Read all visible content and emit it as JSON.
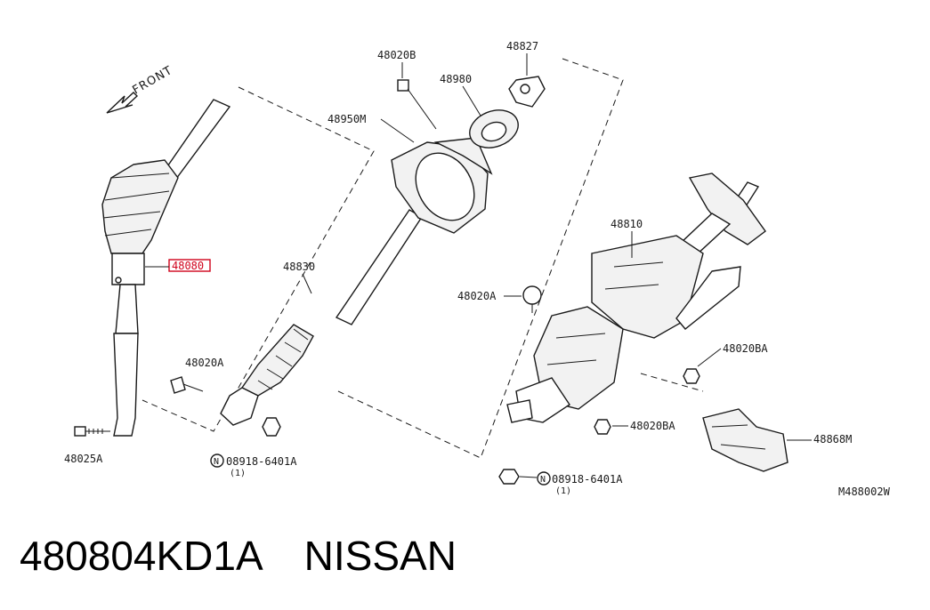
{
  "diagram": {
    "front_label": "FRONT",
    "callouts": {
      "p48080": "48080",
      "p48025A": "48025A",
      "p48020A_left": "48020A",
      "p08918_left": "08918-6401A",
      "p08918_left_qty": "(1)",
      "p48830": "48830",
      "p48950M": "48950M",
      "p48020B": "48020B",
      "p48980": "48980",
      "p48827": "48827",
      "p48810": "48810",
      "p48020A_right": "48020A",
      "p48020BA_upper": "48020BA",
      "p48020BA_lower": "48020BA",
      "p48868M": "48868M",
      "p08918_right": "08918-6401A",
      "p08918_right_qty": "(1)",
      "nut_symbol": "N"
    },
    "diagram_code": "M488002W",
    "highlight_color": "#d0021b"
  },
  "caption": {
    "part_number": "480804KD1A",
    "brand": "NISSAN"
  }
}
